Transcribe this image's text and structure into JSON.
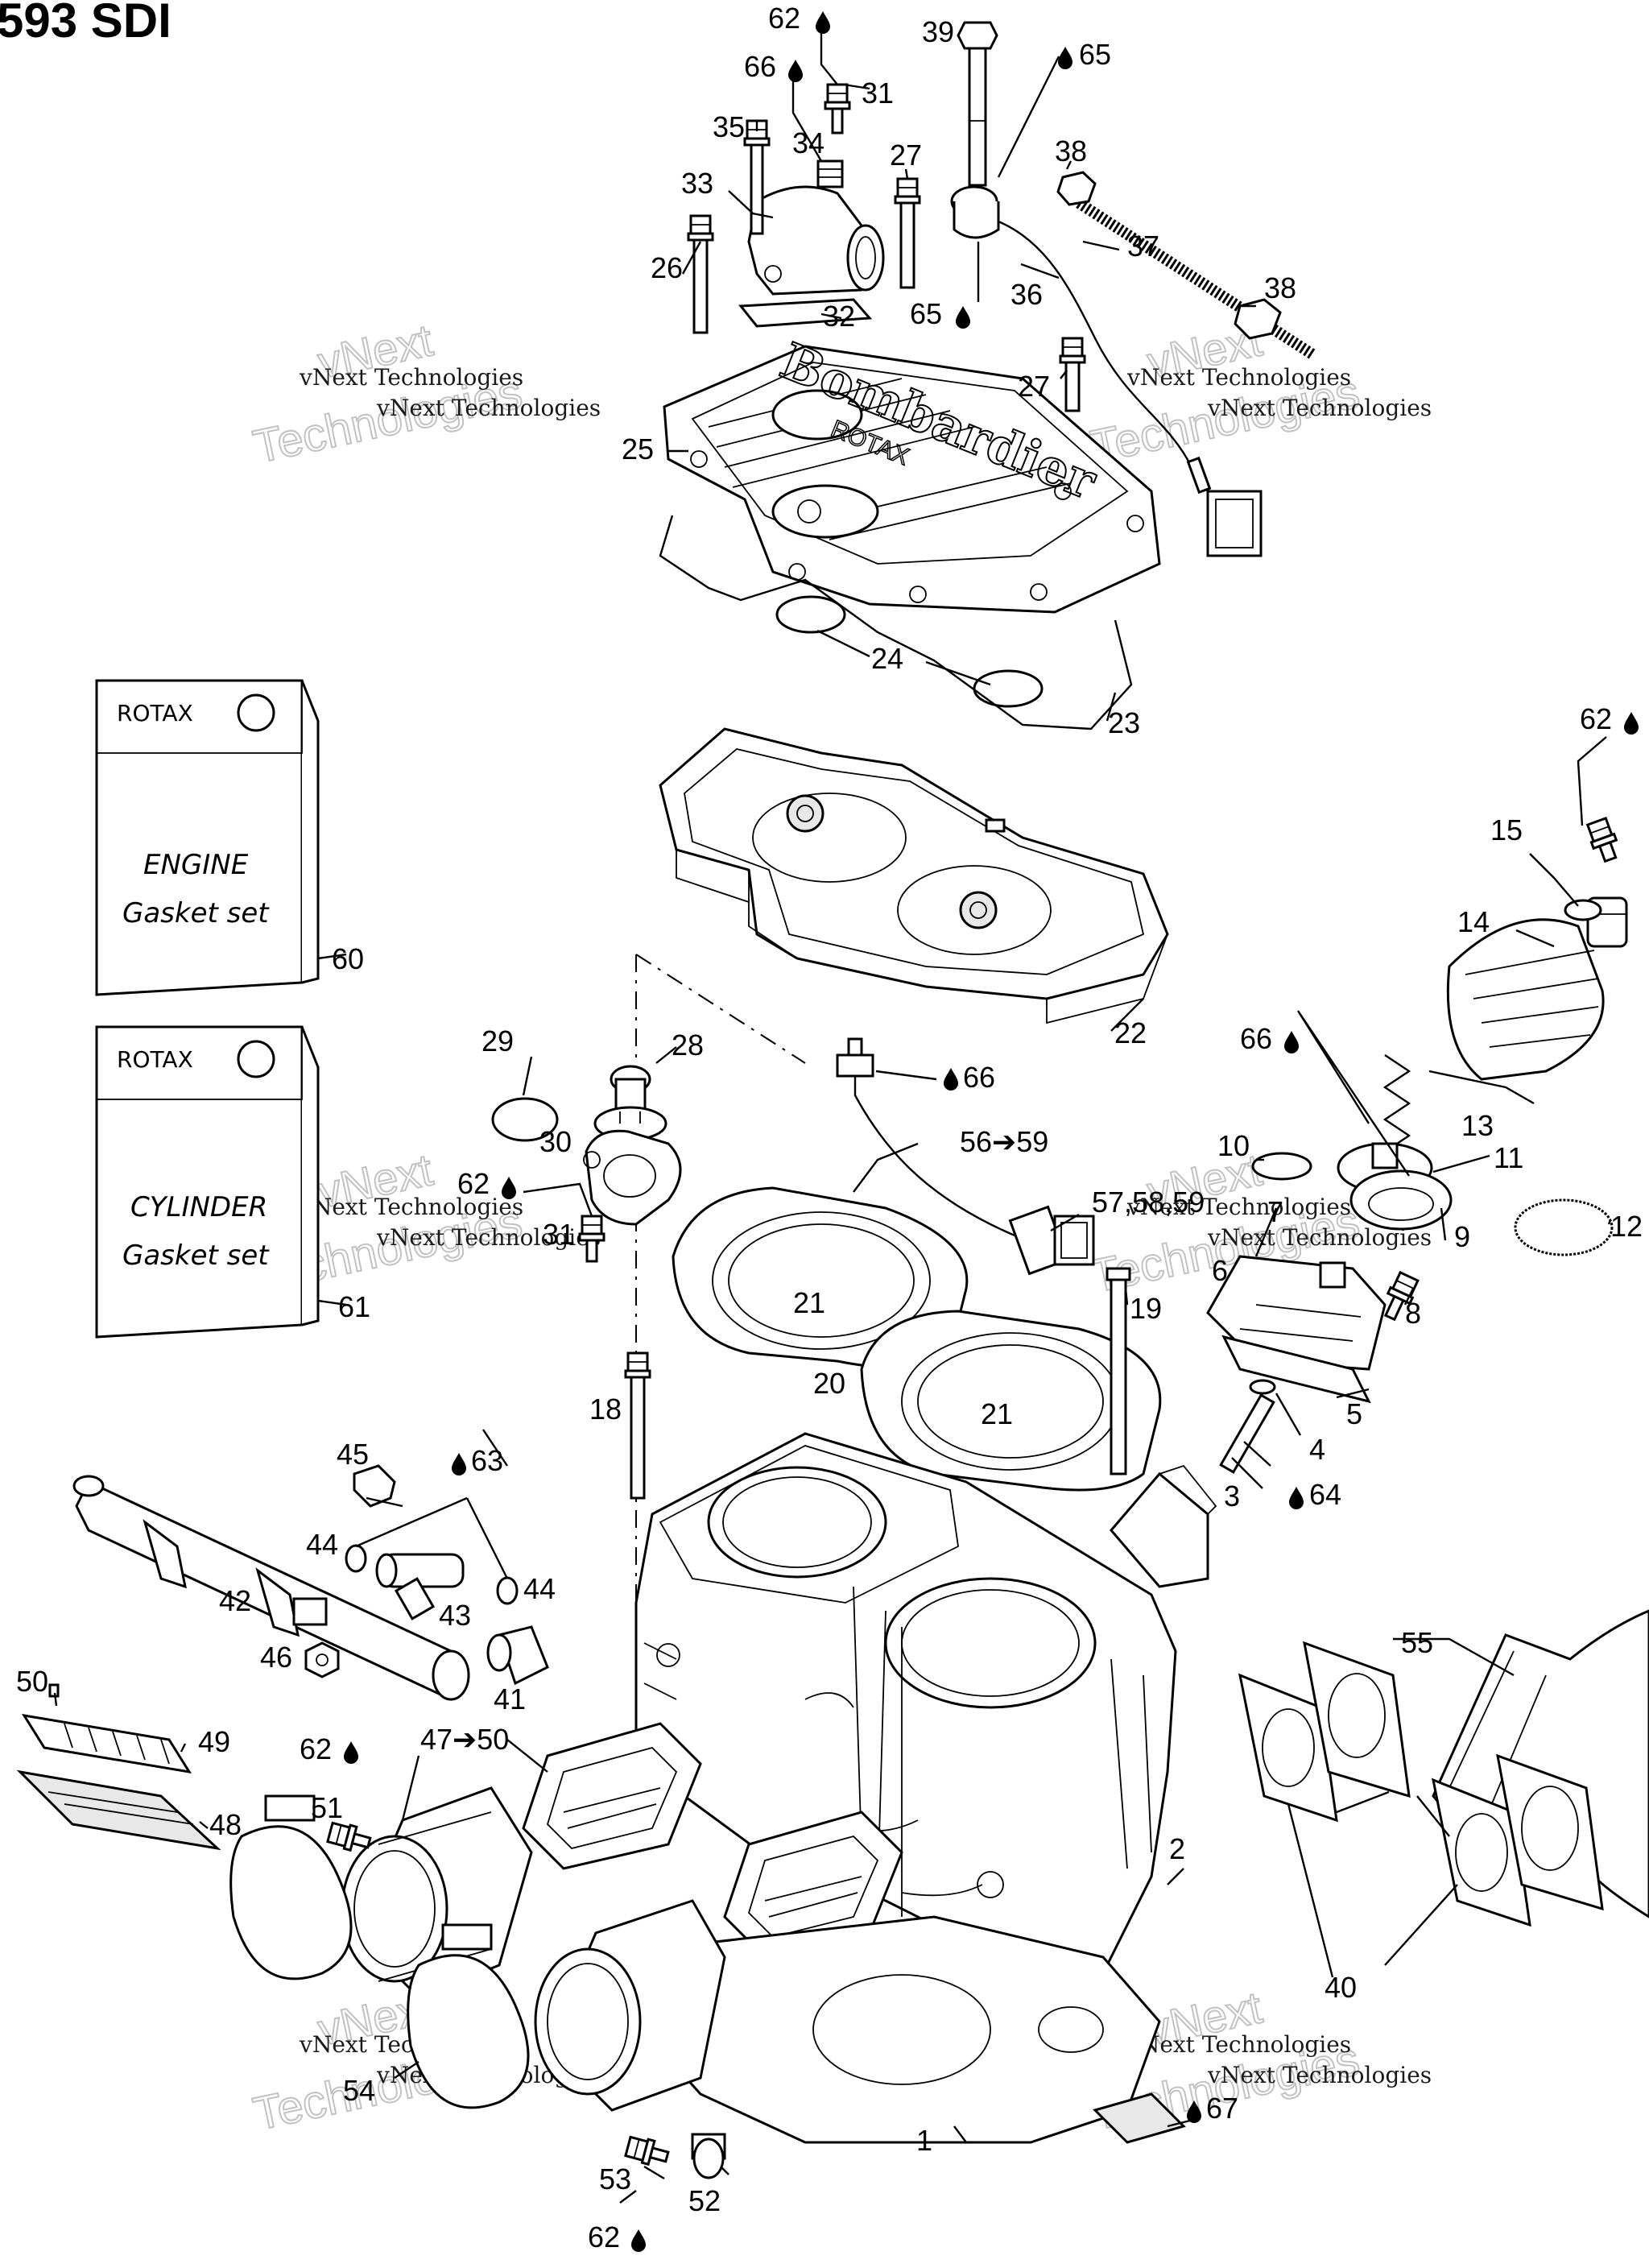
{
  "title": "593 SDI",
  "watermark": {
    "line1": "vNext Technologies",
    "big1": "vNext",
    "big2": "Technologies"
  },
  "embossed": {
    "brand": "Bombardier",
    "sub": "ROTAX"
  },
  "kits": [
    {
      "id": "60",
      "brand": "ROTAX",
      "line1": "ENGINE",
      "line2": "Gasket set"
    },
    {
      "id": "61",
      "brand": "ROTAX",
      "line1": "CYLINDER",
      "line2": "Gasket set"
    }
  ],
  "callouts": {
    "c62a": "62",
    "c66a": "66",
    "c31a": "31",
    "c39": "39",
    "c65a": "65",
    "c35": "35",
    "c34": "34",
    "c27a": "27",
    "c38a": "38",
    "c33": "33",
    "c37": "37",
    "c26": "26",
    "c32": "32",
    "c65b": "65",
    "c36": "36",
    "c38b": "38",
    "c27b": "27",
    "c25": "25",
    "c24": "24",
    "c23": "23",
    "c62b": "62",
    "c15": "15",
    "c14": "14",
    "c22": "22",
    "c29": "29",
    "c28": "28",
    "c66b": "66",
    "c66c": "66",
    "c13": "13",
    "c30": "30",
    "c56": "56➔59",
    "c10": "10",
    "c11": "11",
    "c62c": "62",
    "c57": "57,58,59",
    "c7": "7",
    "c9": "9",
    "c12": "12",
    "c31b": "31",
    "c60": "60",
    "c6": "6",
    "c21a": "21",
    "c19": "19",
    "c8": "8",
    "c61": "61",
    "c20": "20",
    "c21b": "21",
    "c5": "5",
    "c18": "18",
    "c4": "4",
    "c45": "45",
    "c63": "63",
    "c3": "3",
    "c64": "64",
    "c44a": "44",
    "c44b": "44",
    "c42": "42",
    "c43": "43",
    "c55": "55",
    "c46": "46",
    "c41": "41",
    "c50": "50",
    "c49": "49",
    "c62d": "62",
    "c47": "47➔50",
    "c51": "51",
    "c48": "48",
    "c2": "2",
    "c40": "40",
    "c54": "54",
    "c67": "67",
    "c1": "1",
    "c53": "53",
    "c52": "52",
    "c62e": "62"
  }
}
